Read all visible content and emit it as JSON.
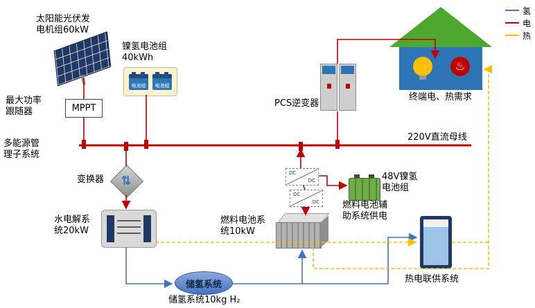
{
  "colors": {
    "electric": "#c00000",
    "hydrogen": "#4472c4",
    "heat": "#ffc000",
    "house_roof": "#4ea72e",
    "house_body": "#2e75b6",
    "tank": "#1f3864",
    "tank_fill": "#9dc3e6",
    "battery_green": "#70ad47"
  },
  "icons": {
    "heat_waves": "♨",
    "updown_arrows": "⇅"
  },
  "legend": {
    "items": [
      {
        "name": "hydrogen",
        "label": "氢"
      },
      {
        "name": "electric",
        "label": "电"
      },
      {
        "name": "heat",
        "label": "热"
      }
    ]
  },
  "nodes": {
    "solar": {
      "line1": "太阳能光伏发",
      "line2": "电机组60kW"
    },
    "mppt": {
      "label": "MPPT"
    },
    "mppt_caption": {
      "line1": "最大功率",
      "line2": "跟随器"
    },
    "nimh": {
      "line1": "镍氢电池组",
      "line2": "40kWh",
      "cell": "电池组"
    },
    "pcs": {
      "label": "PCS逆变器"
    },
    "house": {
      "label": "终端电、热需求"
    },
    "ems": {
      "line1": "多能源管",
      "line2": "理子系统"
    },
    "bus": {
      "label": "220V直流母线"
    },
    "converter": {
      "label": "变换器"
    },
    "electrolyzer": {
      "line1": "水电解系",
      "line2": "统20kW"
    },
    "dcdc": {
      "top": "DC",
      "bottom": "DC"
    },
    "battery48": {
      "line1": "48V镍氢",
      "line2": "电池组"
    },
    "fc_aux": {
      "line1": "燃料电池辅",
      "line2": "助系统供电"
    },
    "fuelcell": {
      "line1": "燃料电池系",
      "line2": "统10kW"
    },
    "h2storage": {
      "label": "储氢系统",
      "caption": "储氢系统10kg H₂"
    },
    "chp": {
      "label": "热电联供系统"
    }
  }
}
